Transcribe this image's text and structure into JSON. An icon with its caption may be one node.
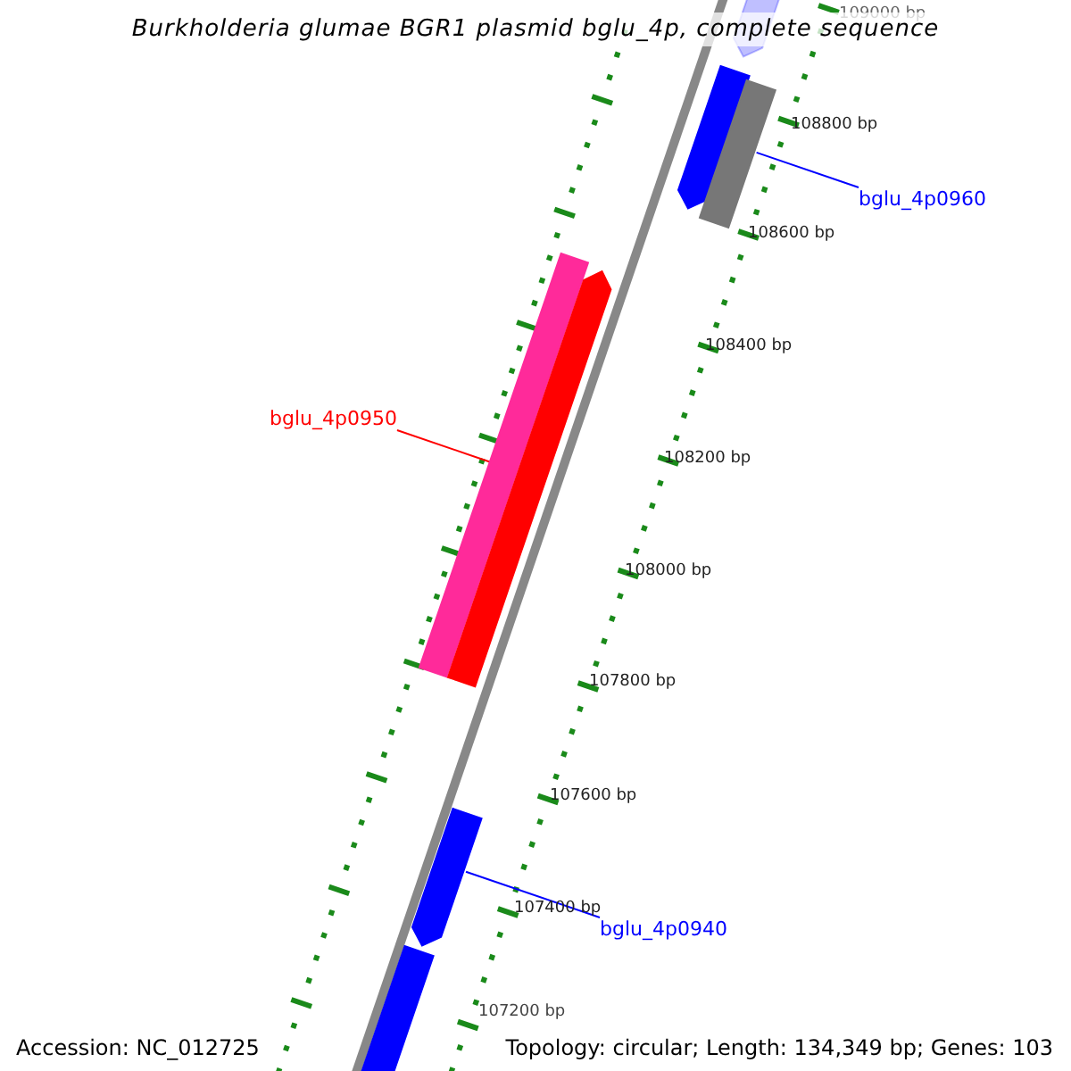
{
  "diagram": {
    "title": "Burkholderia glumae BGR1 plasmid bglu_4p, complete sequence",
    "nodes": [
      {
        "text": [],
        "shape": "bar"
      },
      {
        "text": [],
        "shape": "bar"
      },
      {
        "text": [],
        "shape": "bar"
      },
      {
        "text": [
          "bglu_4p0960"
        ]
      },
      {
        "text": [],
        "shape": "bar"
      },
      {
        "text": [],
        "shape": "bar"
      },
      {
        "text": [
          "bglu_4p0950"
        ]
      },
      {
        "text": [],
        "shape": "bar"
      },
      {
        "text": [
          "bglu_4p0940"
        ]
      },
      {
        "text": [],
        "shape": "bar"
      }
    ],
    "edges": [
      {
        "from": 3,
        "to": 2,
        "arrow": "none"
      },
      {
        "from": 6,
        "to": 4,
        "arrow": "none",
        "color": "#ff0000"
      },
      {
        "from": 8,
        "to": 7,
        "arrow": "none"
      }
    ],
    "labels": [
      "109000 bp",
      "108800 bp",
      "108600 bp",
      "108400 bp",
      "108200 bp",
      "108000 bp",
      "107800 bp",
      "107600 bp",
      "107400 bp",
      "107200 bp",
      "Accession: NC_012725",
      "Topology: circular; Length: 134,349 bp; Genes: 103"
    ]
  }
}
